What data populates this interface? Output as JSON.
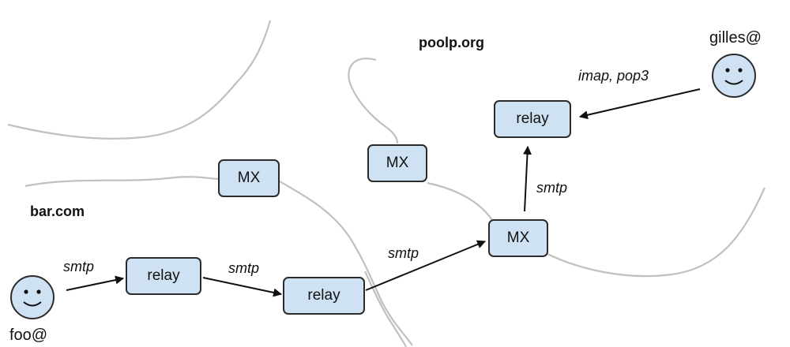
{
  "domains": {
    "poolp": "poolp.org",
    "bar": "bar.com"
  },
  "users": {
    "gilles": "gilles@",
    "foo": "foo@"
  },
  "nodes": {
    "relay_poolp": "relay",
    "mx_poolp_upper": "MX",
    "mx_poolp_lower": "MX",
    "mx_bar": "MX",
    "relay_bar_1": "relay",
    "relay_bar_2": "relay"
  },
  "edges": {
    "foo_to_relay1": "smtp",
    "relay1_to_relay2": "smtp",
    "relay2_to_mx": "smtp",
    "mx_to_relay": "smtp",
    "gilles_to_relay": "imap, pop3"
  },
  "colors": {
    "node_fill": "#cfe2f3",
    "node_border": "#2b2b2b",
    "face_fill": "#cfe2f3",
    "border_lines": "#c0c0c0",
    "arrows": "#111111"
  },
  "icons": {
    "user": "smiley-face-icon"
  }
}
